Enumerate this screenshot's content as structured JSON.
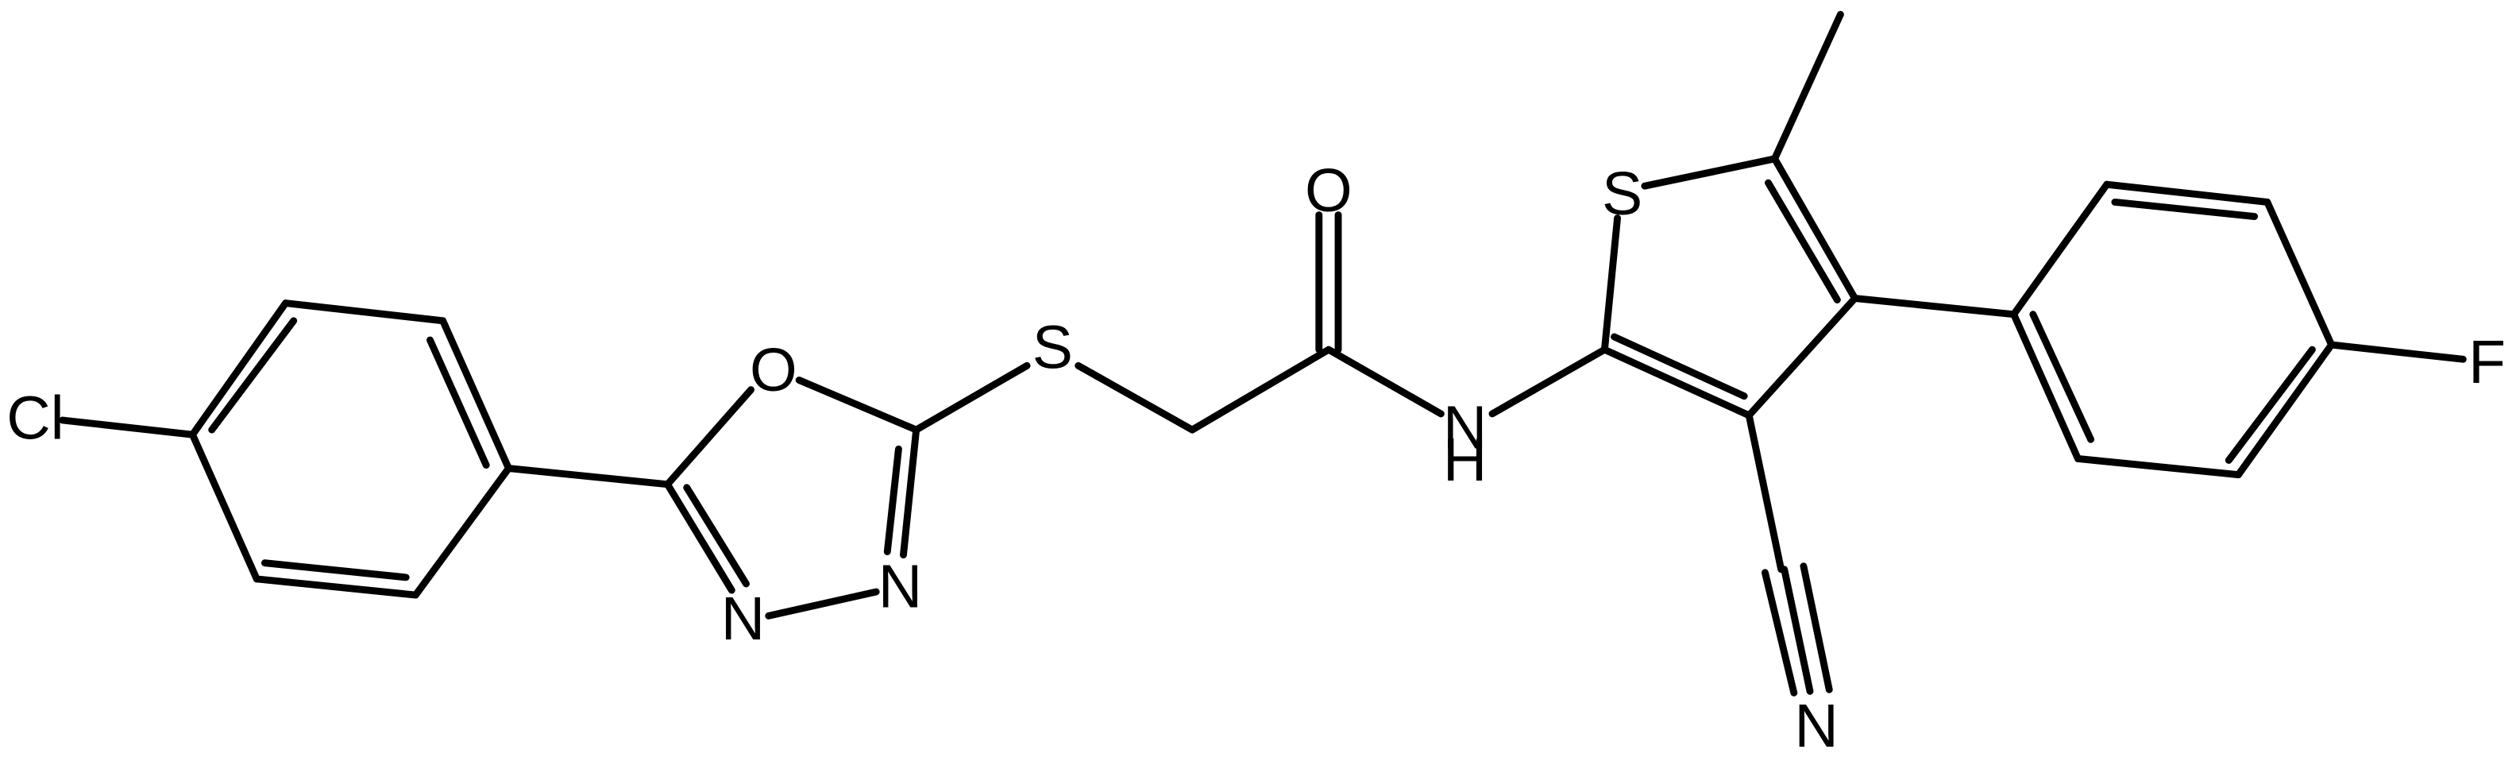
{
  "colors": {
    "background": "#ffffff",
    "ink": "#000000"
  },
  "atoms": {
    "chlorine": "Cl",
    "oxadiazole_oxygen": "O",
    "oxadiazole_nitrogen_1": "N",
    "oxadiazole_nitrogen_2": "N",
    "thioether_sulfur": "S",
    "carbonyl_oxygen": "O",
    "amide_nitrogen": "N",
    "amide_hydrogen": "H",
    "thiophene_sulfur": "S",
    "nitrile_nitrogen": "N",
    "fluorine": "F"
  }
}
